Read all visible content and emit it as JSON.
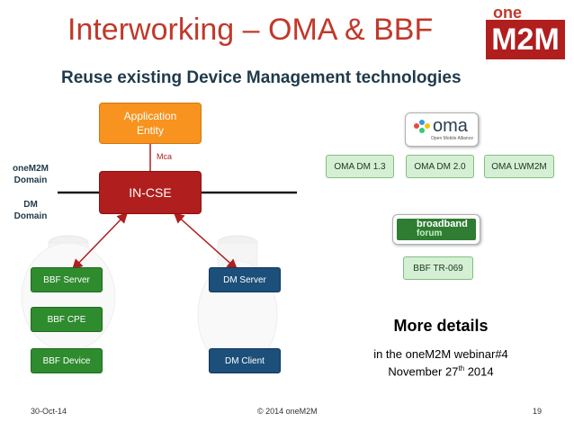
{
  "title": "Interworking – OMA & BBF",
  "subtitle": "Reuse existing Device Management technologies",
  "logo": {
    "line1": "one",
    "line2": "M2M"
  },
  "domains": {
    "top": [
      "oneM2M",
      "Domain"
    ],
    "bottom": [
      "DM",
      "Domain"
    ]
  },
  "app_entity": [
    "Application",
    "Entity"
  ],
  "mca_label": "Mca",
  "incse_label": "IN-CSE",
  "bbf_stack": [
    "BBF Server",
    "BBF CPE",
    "BBF Device"
  ],
  "dm_stack": {
    "server": "DM Server",
    "client": "DM Client"
  },
  "oma": {
    "logo_text": "oma",
    "logo_subtext": "Open Mobile Alliance",
    "items": [
      "OMA DM 1.3",
      "OMA DM 2.0",
      "OMA LWM2M"
    ]
  },
  "bbf": {
    "logo_line1": "broadband",
    "logo_line2": "forum",
    "item": "BBF TR-069"
  },
  "more_details": {
    "heading": "More details",
    "line1": "in the oneM2M webinar#4",
    "line2_pre": "November 27",
    "line2_sup": "th",
    "line2_post": " 2014"
  },
  "footer": {
    "date": "30-Oct-14",
    "copyright": "© 2014 oneM2M",
    "page": "19"
  },
  "colors": {
    "title": "#c0392b",
    "incse": "#b01e1e",
    "app_entity": "#f7931e",
    "bbf": "#2e8b2e",
    "dm": "#1c4f7a",
    "spec": "#d5efd5"
  }
}
